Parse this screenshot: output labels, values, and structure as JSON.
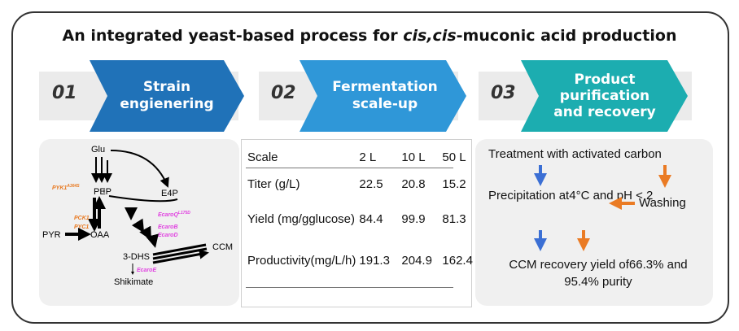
{
  "title": {
    "plain": "An integrated yeast-based process for ",
    "italic": "cis,cis",
    "suffix": "-muconic acid production"
  },
  "steps": [
    {
      "number": "01",
      "line1": "Strain",
      "line2": "engienering",
      "color": "#2072b8"
    },
    {
      "number": "02",
      "line1": "Fermentation",
      "line2": "scale-up",
      "color": "#2f97d8"
    },
    {
      "number": "03",
      "line1": "Product",
      "line2": "purification",
      "line3": "and recovery",
      "color": "#1cadb0"
    }
  ],
  "pathway": {
    "glu": "Glu",
    "pep": "PEP",
    "e4p": "E4P",
    "pyr": "PYR",
    "oaa": "OAA",
    "dhs": "3-DHS",
    "ccm": "CCM",
    "shikimate": "Shikimate",
    "pyk1": "PYK1",
    "pyk1_sup": "A364S",
    "pck1": "PCK1",
    "pyc1": "PYC1",
    "ecaroq": "EcaroQ",
    "ecaroq_sup": "L175D",
    "ecarob": "EcaroB",
    "ecarod": "EcaroD",
    "ecaroe": "EcaroE"
  },
  "table": {
    "header": [
      "Scale",
      "2 L",
      "10 L",
      "50 L"
    ],
    "rows": [
      {
        "l1": "Titer (g/L)",
        "l2": "",
        "v": [
          "22.5",
          "20.8",
          "15.2"
        ]
      },
      {
        "l1": "Yield (mg/g",
        "l2": "glucose)",
        "v": [
          "84.4",
          "99.9",
          "81.3"
        ]
      },
      {
        "l1": "Productivity",
        "l2": "(mg/L/h)",
        "v": [
          "191.3",
          "204.9",
          "162.4"
        ]
      }
    ]
  },
  "purification": {
    "treatment": "Treatment with activated carbon",
    "precip1": "Precipitation at",
    "precip2": "4°C and pH < 2",
    "washing": "Washing",
    "yield1": "CCM recovery yield of",
    "yield2": "66.3% and 95.4% purity"
  },
  "colors": {
    "blue_arrow": "#3b6fd4",
    "orange_arrow": "#ea7b24",
    "enzyme_orange": "#e8781f",
    "enzyme_magenta": "#e040e0"
  }
}
